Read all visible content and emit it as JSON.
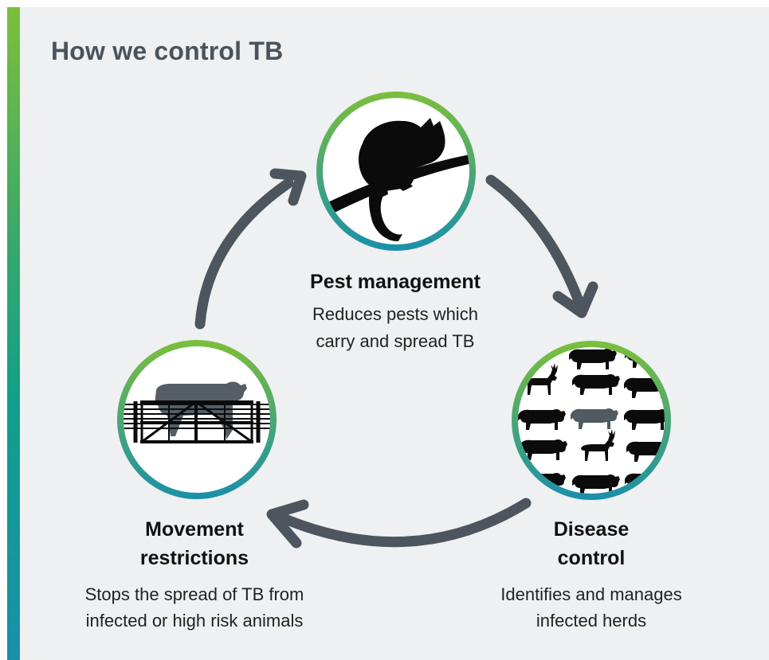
{
  "title": "How we control TB",
  "colors": {
    "background": "#eef0f1",
    "accent_gradient": [
      "#7cbf3b",
      "#119f8a",
      "#1a8faa"
    ],
    "arrow": "#4d565e",
    "ring_gradient": [
      "#7cbf3b",
      "#1a8faa"
    ],
    "silhouette": "#0b0b0b",
    "highlight_animal": "#4f5a62"
  },
  "steps": [
    {
      "heading": "Pest management",
      "description_lines": [
        "Reduces pests which",
        "carry and spread TB"
      ],
      "icon": "possum-on-branch-icon"
    },
    {
      "heading_lines": [
        "Disease",
        "control"
      ],
      "description_lines": [
        "Identifies and manages",
        "infected herds"
      ],
      "icon": "herd-cattle-and-deer-icon"
    },
    {
      "heading_lines": [
        "Movement",
        "restrictions"
      ],
      "description_lines": [
        "Stops the spread of TB from",
        "infected or high risk animals"
      ],
      "icon": "cow-behind-gate-icon"
    }
  ]
}
